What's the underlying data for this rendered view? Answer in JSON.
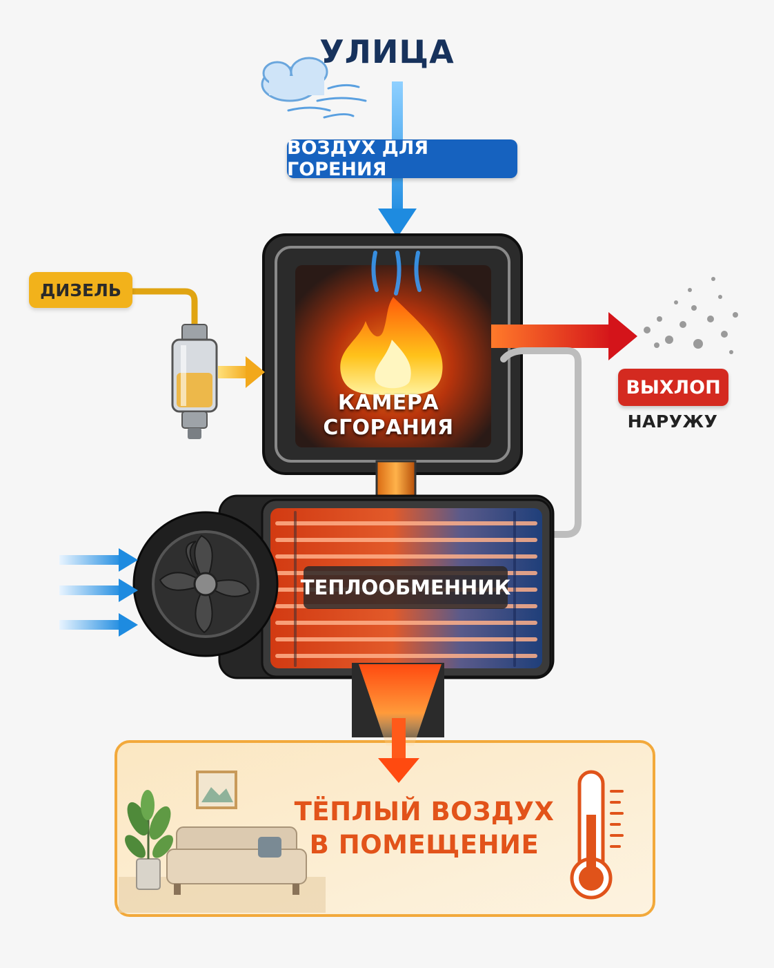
{
  "labels": {
    "title": "УЛИЦА",
    "combustion_air": "ВОЗДУХ ДЛЯ ГОРЕНИЯ",
    "diesel": "ДИЗЕЛЬ",
    "exhaust": "ВЫХЛОП",
    "outside": "НАРУЖУ",
    "chamber_line1": "КАМЕРА",
    "chamber_line2": "СГОРАНИЯ",
    "heat_exchanger": "ТЕПЛООБМЕННИК",
    "warm_line1": "ТЁПЛЫЙ ВОЗДУХ",
    "warm_line2": "В ПОМЕЩЕНИЕ"
  },
  "colors": {
    "air_blue": "#1e8be0",
    "air_pill": "#1662bf",
    "diesel_yellow": "#f2b21b",
    "exhaust_red": "#d42a20",
    "warm_orange": "#e2531a",
    "title_navy": "#17325c",
    "housing_dark": "#2b2b2b"
  },
  "icons": [
    "cloud-icon",
    "wind-icon",
    "flame-icon",
    "fan-icon",
    "fuel-filter-icon",
    "smoke-icon",
    "thermometer-icon",
    "sofa-icon",
    "plant-icon",
    "picture-icon"
  ]
}
